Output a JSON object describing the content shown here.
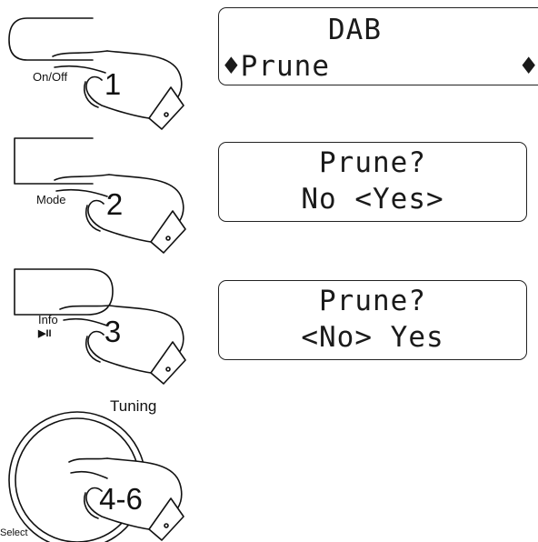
{
  "steps": [
    {
      "button_label": "On/Off",
      "number": "1"
    },
    {
      "button_label": "Mode",
      "number": "2"
    },
    {
      "button_label": "Info",
      "button_sublabel": "▶II",
      "number": "3"
    },
    {
      "button_label": "Tuning",
      "knob_side_label": "Select",
      "number": "4-6"
    }
  ],
  "displays": [
    {
      "line1": "DAB",
      "line2_left": "♦Prune",
      "line2_right": "♦"
    },
    {
      "line1": "Prune?",
      "line2": "No <Yes>"
    },
    {
      "line1": "Prune?",
      "line2": "<No> Yes"
    }
  ]
}
